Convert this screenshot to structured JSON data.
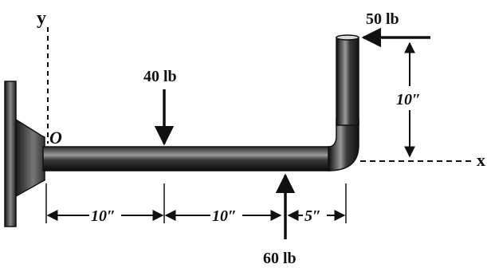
{
  "axes": {
    "x_label": "x",
    "y_label": "y",
    "origin_label": "O"
  },
  "forces": {
    "top": "50 lb",
    "middle": "40 lb",
    "bottom": "60 lb"
  },
  "dimensions": {
    "seg1": "10″",
    "seg2": "10″",
    "seg3": "5″",
    "vertical": "10″"
  },
  "colors": {
    "ink": "#111111",
    "pipe_dark": "#1a1a1a",
    "pipe_light": "#9a9a9a",
    "background": "#ffffff"
  }
}
